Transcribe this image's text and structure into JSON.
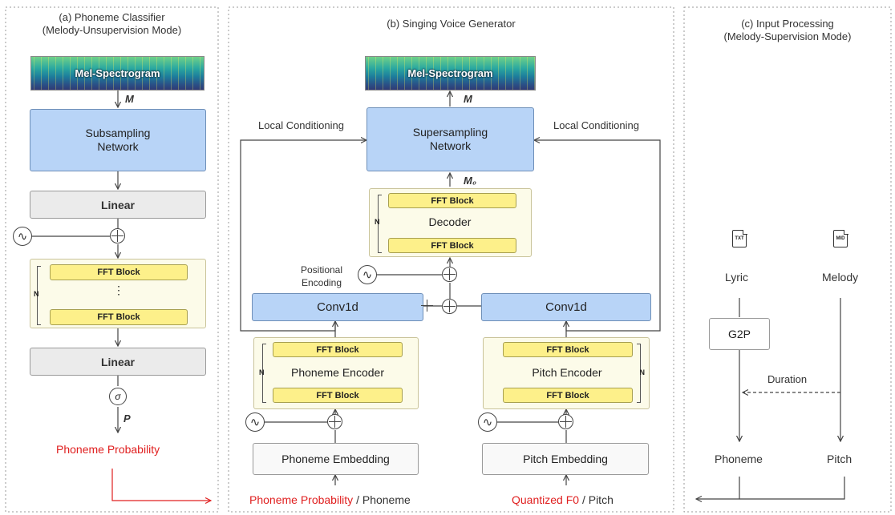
{
  "panels": {
    "a": {
      "title_line1": "(a) Phoneme Classifier",
      "title_line2": "(Melody-Unsupervision Mode)"
    },
    "b": {
      "title": "(b) Singing Voice Generator"
    },
    "c": {
      "title_line1": "(c) Input Processing",
      "title_line2": "(Melody-Supervision Mode)"
    }
  },
  "mel_label": "Mel-Spectrogram",
  "symbols": {
    "M": "M",
    "M0": "M₀",
    "P": "P",
    "sigma": "σ",
    "sine": "∿"
  },
  "classifier": {
    "subsampling": "Subsampling Network",
    "linear_top": "Linear",
    "linear_bottom": "Linear",
    "fft_top": "FFT Block",
    "fft_dots": "⋮",
    "fft_bottom": "FFT Block",
    "n_label": "N",
    "output_label": "Phoneme Probability"
  },
  "generator": {
    "local_cond_left": "Local Conditioning",
    "local_cond_right": "Local Conditioning",
    "supersampling": "Supersampling Network",
    "decoder": {
      "fft_top": "FFT Block",
      "label": "Decoder",
      "fft_bottom": "FFT Block",
      "n_label": "N"
    },
    "positional_encoding": "Positional Encoding",
    "conv_left": "Conv1d",
    "conv_right": "Conv1d",
    "phoneme_encoder": {
      "fft_top": "FFT Block",
      "label": "Phoneme Encoder",
      "fft_bottom": "FFT Block",
      "n_label": "N"
    },
    "pitch_encoder": {
      "fft_top": "FFT Block",
      "label": "Pitch Encoder",
      "fft_bottom": "FFT Block",
      "n_label": "N"
    },
    "phoneme_embedding": "Phoneme Embedding",
    "pitch_embedding": "Pitch Embedding",
    "input_left_red": "Phoneme Probability",
    "input_left_rest": " / Phoneme",
    "input_right_red": "Quantized F0",
    "input_right_rest": " / Pitch"
  },
  "input_processing": {
    "txt_icon": "TXT",
    "mid_icon": "MID",
    "lyric": "Lyric",
    "melody": "Melody",
    "g2p": "G2P",
    "duration": "Duration",
    "phoneme": "Phoneme",
    "pitch": "Pitch"
  },
  "colors": {
    "accent_red": "#e02020",
    "network_blue": "#b8d4f7",
    "fft_yellow": "#fdf08a",
    "encoder_cream": "#fcfbe9"
  }
}
